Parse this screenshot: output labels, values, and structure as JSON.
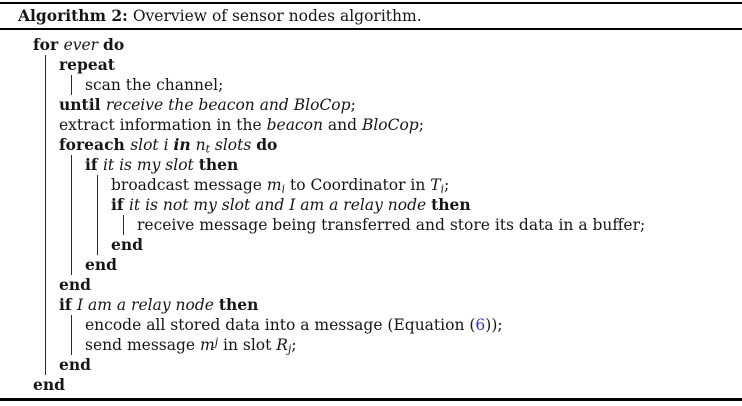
{
  "caption": {
    "label": "Algorithm 2:",
    "title": " Overview of sensor nodes algorithm."
  },
  "accent_color": "#3333cc",
  "algorithm": {
    "lines": [
      {
        "indent": 0,
        "bars": [],
        "segments": [
          {
            "t": "for ",
            "s": "b"
          },
          {
            "t": "ever",
            "s": "i"
          },
          {
            "t": " ",
            "s": "p"
          },
          {
            "t": "do",
            "s": "b"
          }
        ]
      },
      {
        "indent": 1,
        "bars": [
          0
        ],
        "segments": [
          {
            "t": "repeat",
            "s": "b"
          }
        ]
      },
      {
        "indent": 2,
        "bars": [
          0,
          1
        ],
        "segments": [
          {
            "t": "scan the channel;",
            "s": "p"
          }
        ]
      },
      {
        "indent": 1,
        "bars": [
          0
        ],
        "segments": [
          {
            "t": "until ",
            "s": "b"
          },
          {
            "t": "receive the beacon and BloCop",
            "s": "i"
          },
          {
            "t": ";",
            "s": "p"
          }
        ]
      },
      {
        "indent": 1,
        "bars": [
          0
        ],
        "segments": [
          {
            "t": "extract information in the ",
            "s": "p"
          },
          {
            "t": "beacon",
            "s": "i"
          },
          {
            "t": " and ",
            "s": "p"
          },
          {
            "t": "BloCop",
            "s": "i"
          },
          {
            "t": ";",
            "s": "p"
          }
        ]
      },
      {
        "indent": 1,
        "bars": [
          0
        ],
        "segments": [
          {
            "t": "foreach ",
            "s": "b"
          },
          {
            "t": "slot i ",
            "s": "i"
          },
          {
            "t": "in",
            "s": "bi"
          },
          {
            "t": " n",
            "s": "i"
          },
          {
            "t": "t",
            "s": "sub"
          },
          {
            "t": " slots ",
            "s": "i"
          },
          {
            "t": "do",
            "s": "b"
          }
        ]
      },
      {
        "indent": 2,
        "bars": [
          0,
          1
        ],
        "segments": [
          {
            "t": "if ",
            "s": "b"
          },
          {
            "t": "it is my slot ",
            "s": "i"
          },
          {
            "t": "then",
            "s": "b"
          }
        ]
      },
      {
        "indent": 3,
        "bars": [
          0,
          1,
          2
        ],
        "segments": [
          {
            "t": "broadcast message ",
            "s": "p"
          },
          {
            "t": "m",
            "s": "i"
          },
          {
            "t": "i",
            "s": "sub"
          },
          {
            "t": " to Coordinator in ",
            "s": "p"
          },
          {
            "t": "T",
            "s": "i"
          },
          {
            "t": "i",
            "s": "sub"
          },
          {
            "t": ";",
            "s": "p"
          }
        ]
      },
      {
        "indent": 3,
        "bars": [
          0,
          1,
          2
        ],
        "segments": [
          {
            "t": "if ",
            "s": "b"
          },
          {
            "t": "it is not my slot and I am a relay node ",
            "s": "i"
          },
          {
            "t": "then",
            "s": "b"
          }
        ]
      },
      {
        "indent": 4,
        "bars": [
          0,
          1,
          2,
          3
        ],
        "segments": [
          {
            "t": "receive message being transferred and store its data in a buffer;",
            "s": "p"
          }
        ]
      },
      {
        "indent": 3,
        "bars": [
          0,
          1,
          2
        ],
        "segments": [
          {
            "t": "end",
            "s": "b"
          }
        ]
      },
      {
        "indent": 2,
        "bars": [
          0,
          1
        ],
        "segments": [
          {
            "t": "end",
            "s": "b"
          }
        ]
      },
      {
        "indent": 1,
        "bars": [
          0
        ],
        "segments": [
          {
            "t": "end",
            "s": "b"
          }
        ]
      },
      {
        "indent": 1,
        "bars": [
          0
        ],
        "segments": [
          {
            "t": "if ",
            "s": "b"
          },
          {
            "t": "I am a relay node ",
            "s": "i"
          },
          {
            "t": "then",
            "s": "b"
          }
        ]
      },
      {
        "indent": 2,
        "bars": [
          0,
          1
        ],
        "segments": [
          {
            "t": "encode all stored data into a message (Equation (",
            "s": "p"
          },
          {
            "t": "6",
            "s": "link"
          },
          {
            "t": "));",
            "s": "p"
          }
        ]
      },
      {
        "indent": 2,
        "bars": [
          0,
          1
        ],
        "segments": [
          {
            "t": "send message ",
            "s": "p"
          },
          {
            "t": "m",
            "s": "i"
          },
          {
            "t": "j",
            "s": "sup"
          },
          {
            "t": " in slot ",
            "s": "p"
          },
          {
            "t": "R",
            "s": "i"
          },
          {
            "t": "j",
            "s": "sub"
          },
          {
            "t": ";",
            "s": "p"
          }
        ]
      },
      {
        "indent": 1,
        "bars": [
          0
        ],
        "segments": [
          {
            "t": "end",
            "s": "b"
          }
        ]
      },
      {
        "indent": 0,
        "bars": [],
        "segments": [
          {
            "t": "end",
            "s": "b"
          }
        ]
      }
    ]
  }
}
